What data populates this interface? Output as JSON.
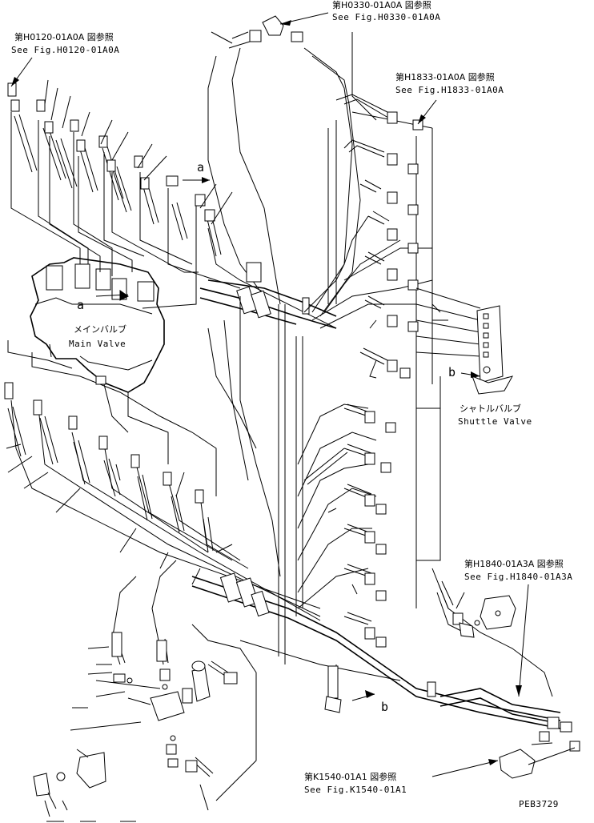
{
  "references": {
    "h0330": {
      "jp": "第H0330-01A0A 図参照",
      "en": "See Fig.H0330-01A0A"
    },
    "h0120": {
      "jp": "第H0120-01A0A 図参照",
      "en": "See Fig.H0120-01A0A"
    },
    "h1833": {
      "jp": "第H1833-01A0A 図参照",
      "en": "See Fig.H1833-01A0A"
    },
    "h1840": {
      "jp": "第H1840-01A3A 図参照",
      "en": "See Fig.H1840-01A3A"
    },
    "k1540": {
      "jp": "第K1540-01A1 図参照",
      "en": "See Fig.K1540-01A1"
    }
  },
  "components": {
    "main_valve": {
      "jp": "メインバルブ",
      "en": "Main Valve"
    },
    "shuttle_valve": {
      "jp": "シャトルバルブ",
      "en": "Shuttle Valve"
    }
  },
  "view_markers": {
    "a": "a",
    "b": "b"
  },
  "drawing_code": "PEB3729"
}
